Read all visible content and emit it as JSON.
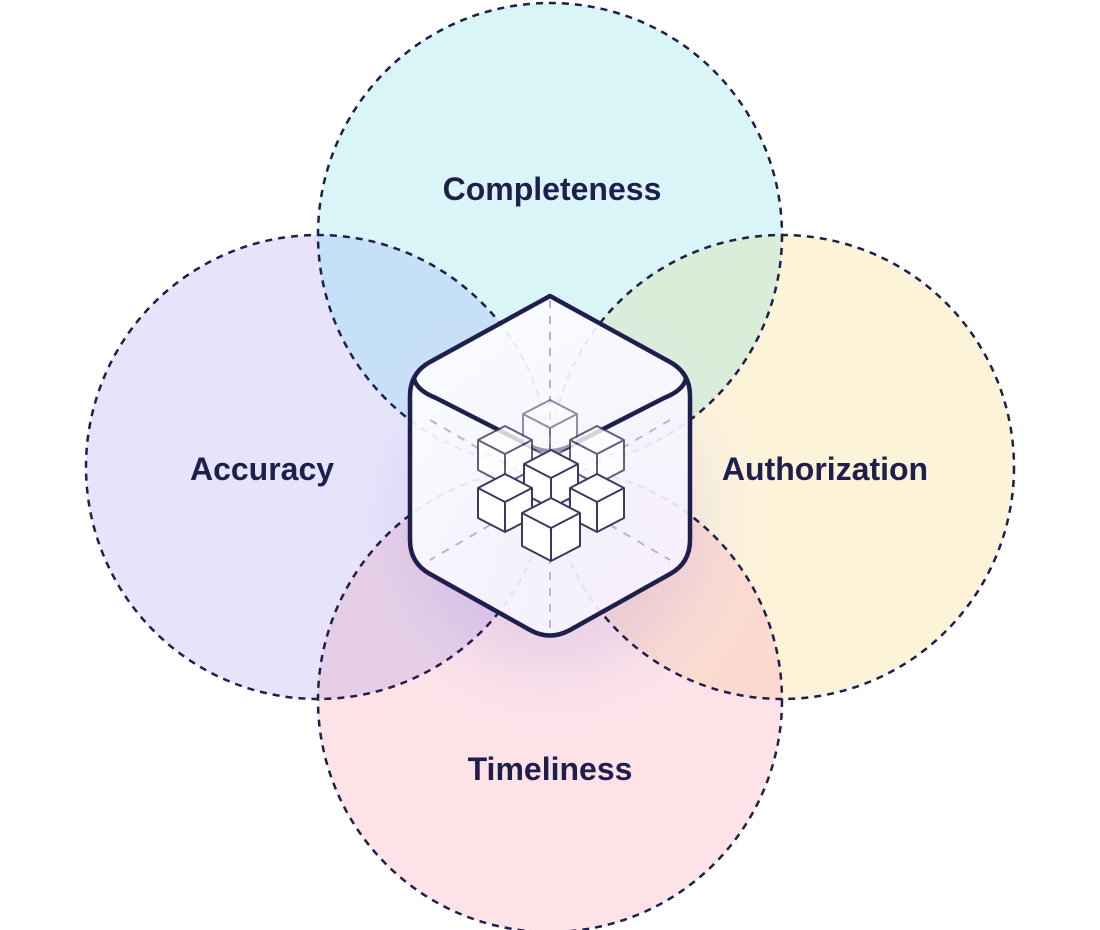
{
  "diagram": {
    "center_icon": "data-cube-icon",
    "circles": [
      {
        "id": "completeness",
        "label": "Completeness",
        "fill": "#d9f5f7"
      },
      {
        "id": "accuracy",
        "label": "Accuracy",
        "fill": "#e6e3fb"
      },
      {
        "id": "authorization",
        "label": "Authorization",
        "fill": "#fdf3d9"
      },
      {
        "id": "timeliness",
        "label": "Timeliness",
        "fill": "#fde2e8"
      }
    ],
    "colors": {
      "outline": "#1f1f4d",
      "text": "#1f1f4d",
      "overlap_completeness_accuracy": "#c6e0f7",
      "overlap_completeness_authorization": "#d9edd9",
      "overlap_accuracy_timeliness": "#e6cde6",
      "overlap_authorization_timeliness": "#fbd9cf"
    }
  }
}
